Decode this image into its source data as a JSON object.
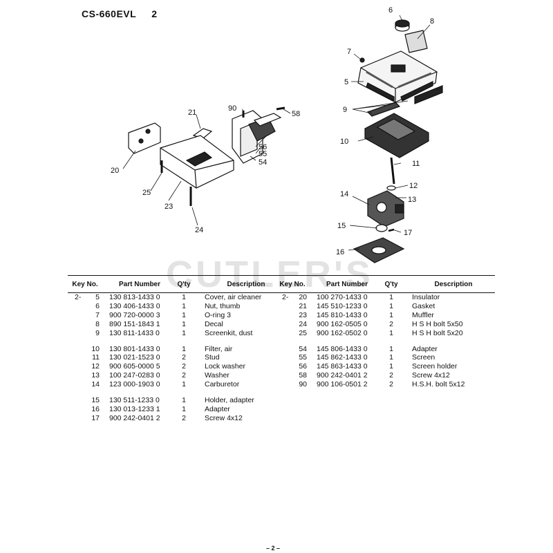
{
  "header": {
    "model": "CS-660EVL",
    "page_ref": "2"
  },
  "diagram": {
    "callouts": [
      "6",
      "8",
      "7",
      "5",
      "9",
      "10",
      "11",
      "12",
      "13",
      "14",
      "15",
      "17",
      "16",
      "21",
      "90",
      "58",
      "20",
      "56",
      "55",
      "54",
      "25",
      "23",
      "24"
    ]
  },
  "watermark": "CUTLER'S",
  "table": {
    "headers": {
      "key": "Key No.",
      "part": "Part Number",
      "qty": "Q'ty",
      "desc": "Description"
    },
    "left_rows": [
      {
        "prefix": "2-",
        "key": "5",
        "part": "130 813-1433 0",
        "qty": "1",
        "desc": "Cover, air cleaner"
      },
      {
        "prefix": "",
        "key": "6",
        "part": "130 406-1433 0",
        "qty": "1",
        "desc": "Nut, thumb"
      },
      {
        "prefix": "",
        "key": "7",
        "part": "900 720-0000 3",
        "qty": "1",
        "desc": "O-ring 3"
      },
      {
        "prefix": "",
        "key": "8",
        "part": "890 151-1843 1",
        "qty": "1",
        "desc": "Decal"
      },
      {
        "prefix": "",
        "key": "9",
        "part": "130 811-1433 0",
        "qty": "1",
        "desc": "Screenkit, dust"
      },
      {
        "gap": true
      },
      {
        "prefix": "",
        "key": "10",
        "part": "130 801-1433 0",
        "qty": "1",
        "desc": "Filter, air"
      },
      {
        "prefix": "",
        "key": "11",
        "part": "130 021-1523 0",
        "qty": "2",
        "desc": "Stud"
      },
      {
        "prefix": "",
        "key": "12",
        "part": "900 605-0000 5",
        "qty": "2",
        "desc": "Lock washer"
      },
      {
        "prefix": "",
        "key": "13",
        "part": "100 247-0283 0",
        "qty": "2",
        "desc": "Washer"
      },
      {
        "prefix": "",
        "key": "14",
        "part": "123 000-1903 0",
        "qty": "1",
        "desc": "Carburetor"
      },
      {
        "gap": true
      },
      {
        "prefix": "",
        "key": "15",
        "part": "130 511-1233 0",
        "qty": "1",
        "desc": "Holder, adapter"
      },
      {
        "prefix": "",
        "key": "16",
        "part": "130 013-1233 1",
        "qty": "1",
        "desc": "Adapter"
      },
      {
        "prefix": "",
        "key": "17",
        "part": "900 242-0401 2",
        "qty": "2",
        "desc": "Screw 4x12"
      }
    ],
    "right_rows": [
      {
        "prefix": "2-",
        "key": "20",
        "part": "100 270-1433 0",
        "qty": "1",
        "desc": "Insulator"
      },
      {
        "prefix": "",
        "key": "21",
        "part": "145 510-1233 0",
        "qty": "1",
        "desc": "Gasket"
      },
      {
        "prefix": "",
        "key": "23",
        "part": "145 810-1433 0",
        "qty": "1",
        "desc": "Muffler"
      },
      {
        "prefix": "",
        "key": "24",
        "part": "900 162-0505 0",
        "qty": "2",
        "desc": "H S H  bolt 5x50"
      },
      {
        "prefix": "",
        "key": "25",
        "part": "900 162-0502 0",
        "qty": "1",
        "desc": "H S H  bolt 5x20"
      },
      {
        "gap": true
      },
      {
        "prefix": "",
        "key": "54",
        "part": "145 806-1433 0",
        "qty": "1",
        "desc": "Adapter"
      },
      {
        "prefix": "",
        "key": "55",
        "part": "145 862-1433 0",
        "qty": "1",
        "desc": "Screen"
      },
      {
        "prefix": "",
        "key": "56",
        "part": "145 863-1433 0",
        "qty": "1",
        "desc": "Screen holder"
      },
      {
        "prefix": "",
        "key": "58",
        "part": "900 242-0401 2",
        "qty": "2",
        "desc": "Screw 4x12"
      },
      {
        "prefix": "",
        "key": "90",
        "part": "900 106-0501 2",
        "qty": "2",
        "desc": "H.S.H. bolt 5x12"
      }
    ]
  },
  "footer": {
    "page_label": "– 2 –"
  }
}
